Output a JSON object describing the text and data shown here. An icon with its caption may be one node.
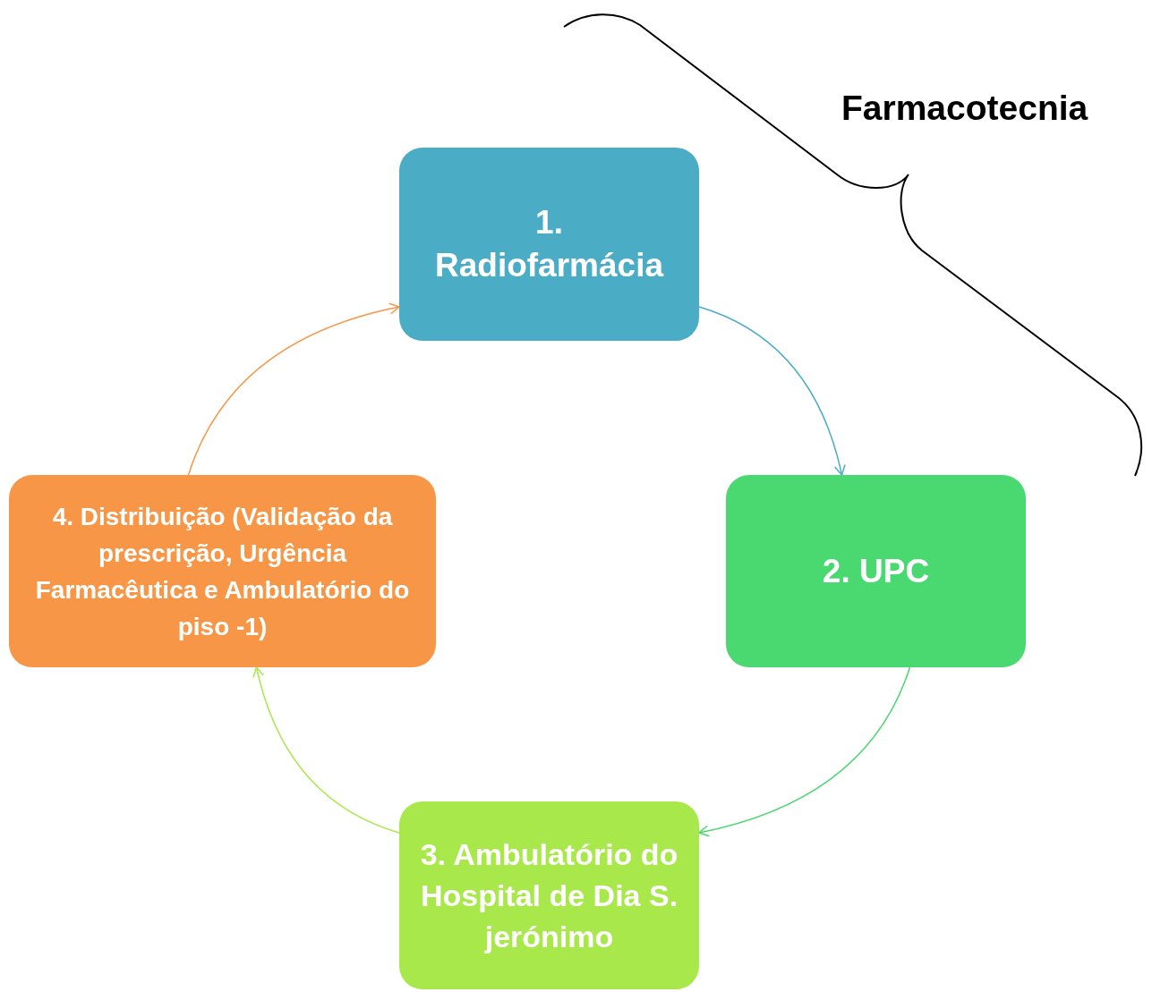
{
  "diagram": {
    "nodes": [
      {
        "text": [
          "1. Radiofarmácia"
        ]
      },
      {
        "text": [
          "2. UPC"
        ]
      },
      {
        "text": [
          "3. Ambulatório do Hospital de Dia S. jerónimo"
        ]
      },
      {
        "text": [
          "4. Distribuição (Validação da prescrição, Urgência Farmacêutica e Ambulatório do piso -1)"
        ]
      }
    ],
    "edges": [
      {
        "from": 0,
        "to": 1,
        "arrow": "to",
        "color": "#4bacc6"
      },
      {
        "from": 1,
        "to": 2,
        "arrow": "to",
        "color": "#4ad66d"
      },
      {
        "from": 2,
        "to": 3,
        "arrow": "to",
        "color": "#a9e84a"
      },
      {
        "from": 3,
        "to": 0,
        "arrow": "to",
        "color": "#f79646"
      }
    ],
    "labels": [
      "Farmacotecnia"
    ]
  }
}
